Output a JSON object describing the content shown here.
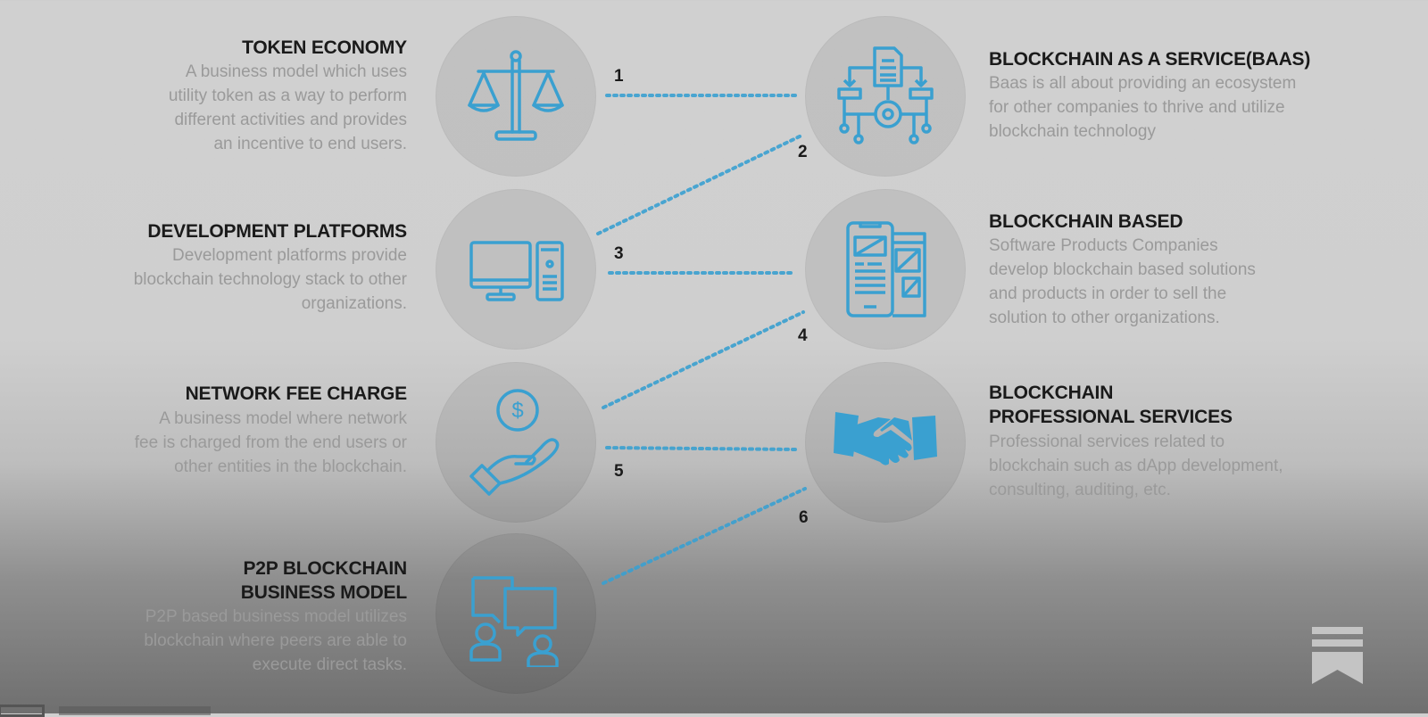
{
  "accent_color": "#3aa0d0",
  "items": [
    {
      "number": "1",
      "title": "TOKEN ECONOMY",
      "description": "A business model which uses\nutility token as a way to perform\ndifferent activities and provides\nan incentive to end users.",
      "icon": "balance-scale-icon"
    },
    {
      "number": "2",
      "title": "BLOCKCHAIN AS A SERVICE(BAAS)",
      "description": "Baas is all about providing an ecosystem\nfor other companies to thrive and utilize\nblockchain technology",
      "icon": "document-workflow-gear-icon"
    },
    {
      "number": "3",
      "title": "DEVELOPMENT PLATFORMS",
      "description": "Development platforms provide\nblockchain technology stack to other\norganizations.",
      "icon": "desktop-computer-icon"
    },
    {
      "number": "4",
      "title": "BLOCKCHAIN BASED",
      "description": "Software Products Companies\ndevelop blockchain based solutions\nand products in order to sell the\nsolution to other organizations.",
      "icon": "app-wireframe-icon"
    },
    {
      "number": "5",
      "title": "NETWORK FEE CHARGE",
      "description": "A business model where network\nfee is charged from the end users or\nother entities in the blockchain.",
      "icon": "hand-coin-icon"
    },
    {
      "number": "6",
      "title": "BLOCKCHAIN\nPROFESSIONAL SERVICES",
      "description": "Professional services related to\nblockchain such as dApp development,\nconsulting, auditing, etc.",
      "icon": "handshake-icon"
    },
    {
      "title": "P2P BLOCKCHAIN\nBUSINESS MODEL",
      "description": "P2P based business model utilizes\nblockchain where peers are able to\nexecute direct tasks.",
      "icon": "p2p-chat-users-icon"
    }
  ],
  "corner_logo": "bookmark-logo-icon"
}
